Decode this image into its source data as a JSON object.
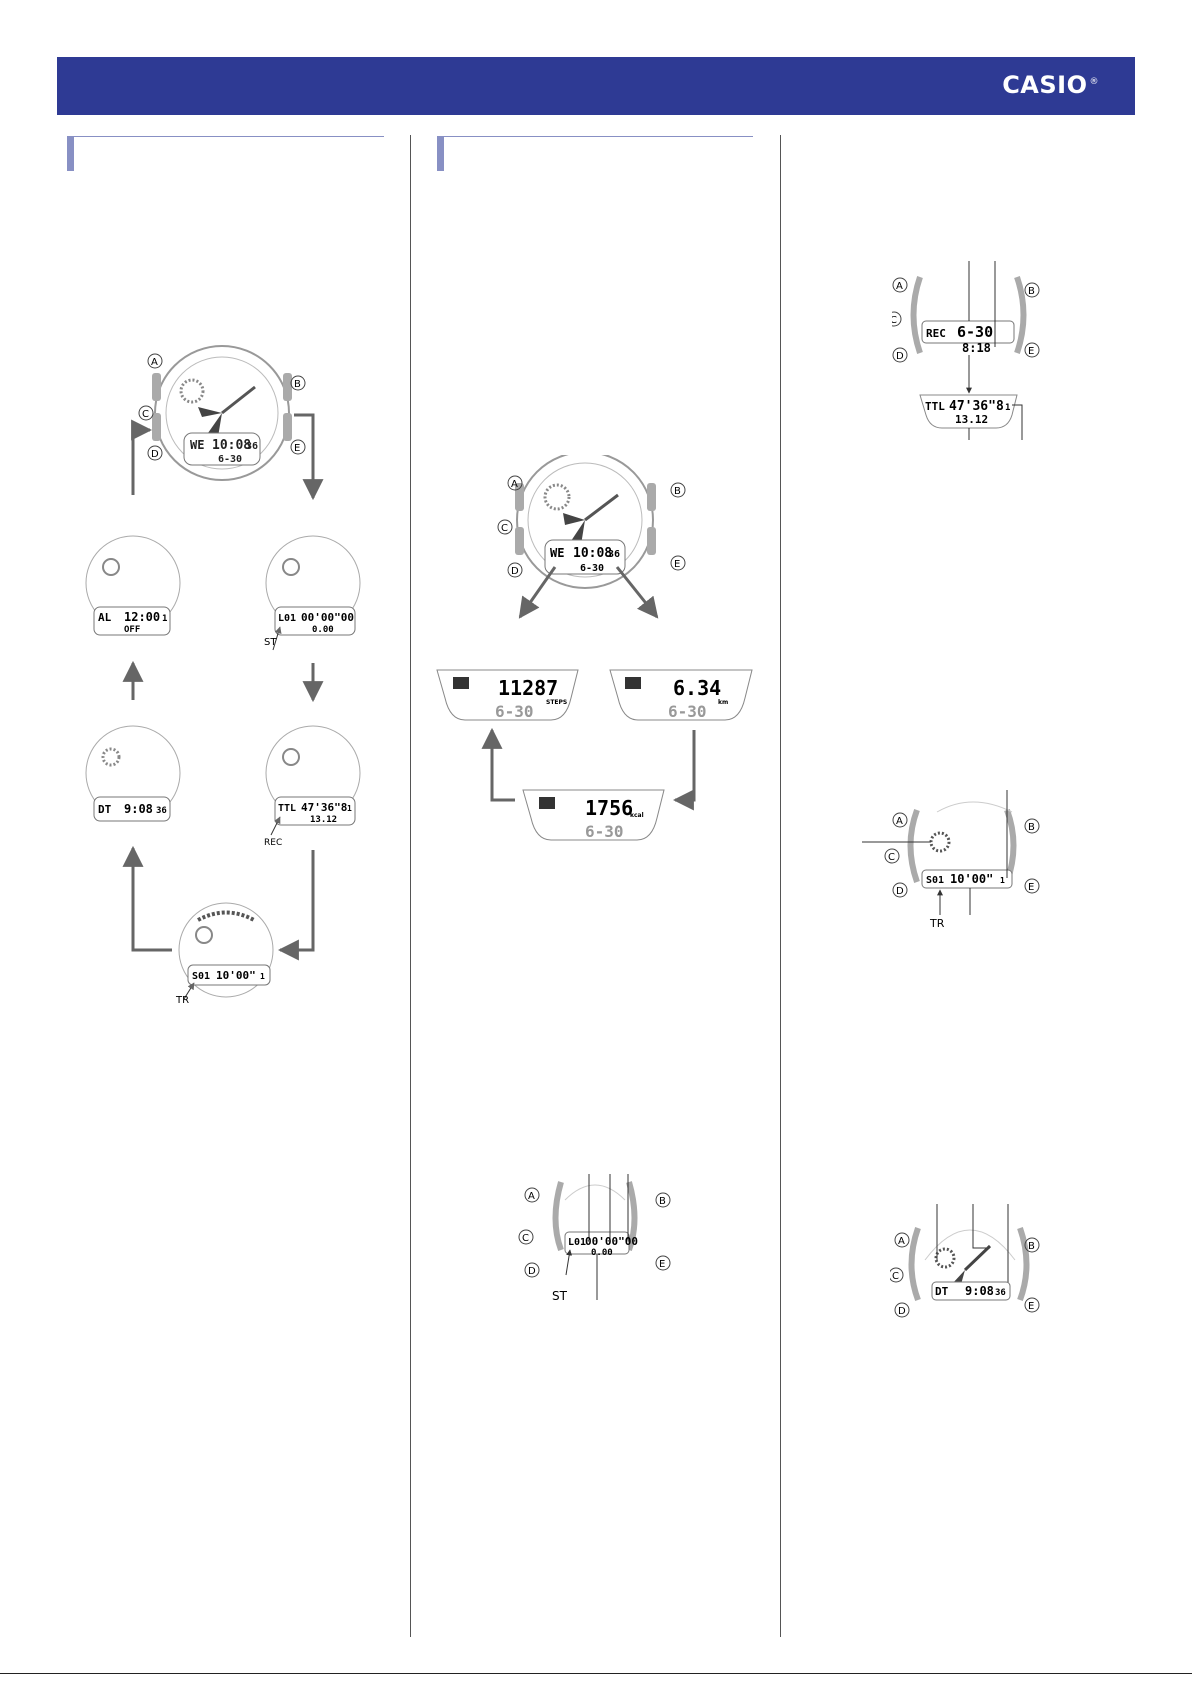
{
  "header": {
    "brand": "CASIO",
    "registered": "®"
  },
  "figures": {
    "mode_cycle": {
      "buttons": [
        "A",
        "B",
        "C",
        "D",
        "E"
      ],
      "main_watch": {
        "weekday": "WE",
        "time": "10:08",
        "seconds": "36",
        "date": "6-30"
      },
      "alarm_screen": {
        "label": "AL",
        "time": "12:00",
        "index": "1",
        "state": "OFF"
      },
      "lap_screen": {
        "label": "L01",
        "time": "00'00\"00",
        "distance": "0.00",
        "callout": "ST"
      },
      "record_screen": {
        "label": "TTL",
        "time": "47'36\"8",
        "index": "1",
        "distance": "13.12",
        "callout": "REC"
      },
      "timer_screen": {
        "label": "S01",
        "time": "10'00\"",
        "index": "1",
        "callout": "TR"
      },
      "dual_time_screen": {
        "label": "DT",
        "time": "9:08",
        "seconds": "36"
      }
    },
    "step_cycle": {
      "buttons": [
        "A",
        "B",
        "C",
        "D",
        "E"
      ],
      "main_watch": {
        "weekday": "WE",
        "time": "10:08",
        "seconds": "36",
        "date": "6-30"
      },
      "steps_panel": {
        "value": "11287",
        "unit": "STEPS",
        "date": "6-30"
      },
      "distance_panel": {
        "value": "6.34",
        "unit": "km",
        "date": "6-30"
      },
      "calories_panel": {
        "value": "1756",
        "unit": "kcal",
        "date": "6-30"
      }
    },
    "stopwatch_detail": {
      "buttons": [
        "A",
        "B",
        "C",
        "D",
        "E"
      ],
      "label": "L01",
      "time": "00'00\"00",
      "distance": "0.00",
      "callout": "ST"
    },
    "record_detail": {
      "buttons": [
        "A",
        "B",
        "C",
        "D",
        "E"
      ],
      "label": "REC",
      "date": "6-30",
      "time": "8:18",
      "ttl_label": "TTL",
      "ttl_time": "47'36\"8",
      "ttl_index": "1",
      "ttl_distance": "13.12"
    },
    "timer_detail": {
      "buttons": [
        "A",
        "B",
        "C",
        "D",
        "E"
      ],
      "label": "S01",
      "time": "10'00\"",
      "index": "1",
      "callout": "TR"
    },
    "dual_time_detail": {
      "buttons": [
        "A",
        "B",
        "C",
        "D",
        "E"
      ],
      "label": "DT",
      "time": "9:08",
      "seconds": "36"
    }
  }
}
